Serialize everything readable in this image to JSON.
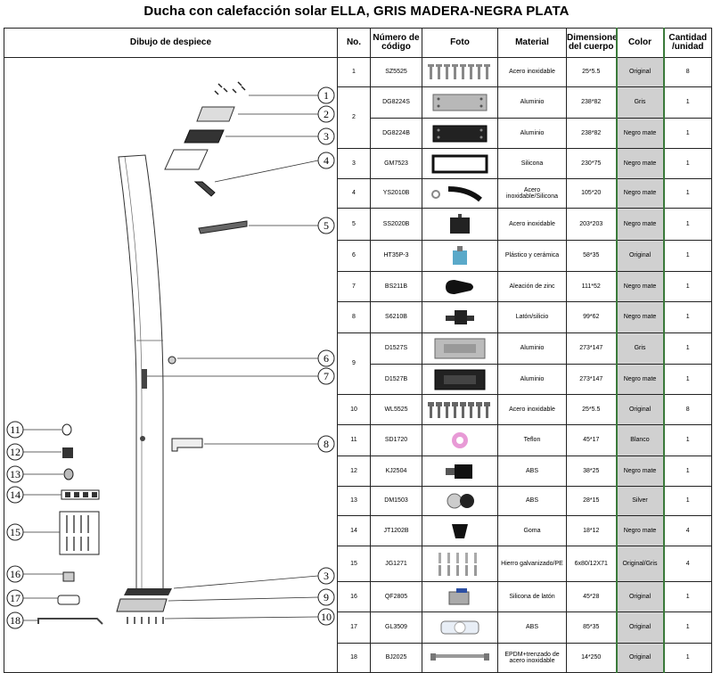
{
  "title": "Ducha con calefacción solar ELLA, GRIS MADERA-NEGRA PLATA",
  "headers": {
    "drawing": "Dibujo de despiece",
    "no": "No.",
    "code": "Número de código",
    "photo": "Foto",
    "material": "Material",
    "dim": "Dimensiones del cuerpo",
    "color": "Color",
    "qty": "Cantidad /unidad"
  },
  "diagram_callouts": [
    "1",
    "2",
    "3",
    "4",
    "5",
    "6",
    "7",
    "8",
    "9",
    "10",
    "11",
    "12",
    "13",
    "14",
    "15",
    "16",
    "17",
    "18",
    "3"
  ],
  "rows": [
    {
      "no": "1",
      "code": "SZ5525",
      "material": "Acero inoxidable",
      "dim": "25*5.5",
      "color": "Original",
      "qty": "8",
      "icon": "screws-icon"
    },
    {
      "no": "2",
      "code": "DG8224S",
      "material": "Aluminio",
      "dim": "238*82",
      "color": "Gris",
      "qty": "1",
      "icon": "plate-grey-icon"
    },
    {
      "no": "",
      "code": "DG8224B",
      "material": "Aluminio",
      "dim": "238*82",
      "color": "Negro mate",
      "qty": "1",
      "icon": "plate-black-icon"
    },
    {
      "no": "3",
      "code": "GM7523",
      "material": "Silicona",
      "dim": "230*75",
      "color": "Negro mate",
      "qty": "1",
      "icon": "gasket-icon"
    },
    {
      "no": "4",
      "code": "YS2010B",
      "material": "Acero inoxidable/Silicona",
      "dim": "105*20",
      "color": "Negro mate",
      "qty": "1",
      "icon": "arm-icon"
    },
    {
      "no": "5",
      "code": "SS2020B",
      "material": "Acero inoxidable",
      "dim": "203*203",
      "color": "Negro mate",
      "qty": "1",
      "icon": "showerhead-icon"
    },
    {
      "no": "6",
      "code": "HT35P-3",
      "material": "Plástico y cerámica",
      "dim": "58*35",
      "color": "Original",
      "qty": "1",
      "icon": "cartridge-icon"
    },
    {
      "no": "7",
      "code": "BS211B",
      "material": "Aleación de zinc",
      "dim": "111*52",
      "color": "Negro mate",
      "qty": "1",
      "icon": "handle-icon"
    },
    {
      "no": "8",
      "code": "S6210B",
      "material": "Latón/silicio",
      "dim": "99*62",
      "color": "Negro mate",
      "qty": "1",
      "icon": "tap-icon"
    },
    {
      "no": "9",
      "code": "D1527S",
      "material": "Aluminio",
      "dim": "273*147",
      "color": "Gris",
      "qty": "1",
      "icon": "base-grey-icon"
    },
    {
      "no": "",
      "code": "D1527B",
      "material": "Aluminio",
      "dim": "273*147",
      "color": "Negro mate",
      "qty": "1",
      "icon": "base-black-icon"
    },
    {
      "no": "10",
      "code": "WL5525",
      "material": "Acero inoxidable",
      "dim": "25*5.5",
      "color": "Original",
      "qty": "8",
      "icon": "bolts-icon"
    },
    {
      "no": "11",
      "code": "SD1720",
      "material": "Teflon",
      "dim": "45*17",
      "color": "Blanco",
      "qty": "1",
      "icon": "tape-icon"
    },
    {
      "no": "12",
      "code": "KJ2504",
      "material": "ABS",
      "dim": "38*25",
      "color": "Negro mate",
      "qty": "1",
      "icon": "connector-icon"
    },
    {
      "no": "13",
      "code": "DM1503",
      "material": "ABS",
      "dim": "28*15",
      "color": "Silver",
      "qty": "1",
      "icon": "cap-icon"
    },
    {
      "no": "14",
      "code": "JT1202B",
      "material": "Goma",
      "dim": "18*12",
      "color": "Negro mate",
      "qty": "4",
      "icon": "foot-icon"
    },
    {
      "no": "15",
      "code": "JG1271",
      "material": "Hierro galvanizado/PE",
      "dim": "6x80/12X71",
      "color": "Original/Gris",
      "qty": "4",
      "icon": "anchors-icon"
    },
    {
      "no": "16",
      "code": "QF2805",
      "material": "Silicona de latón",
      "dim": "45*28",
      "color": "Original",
      "qty": "1",
      "icon": "valve-icon"
    },
    {
      "no": "17",
      "code": "GL3509",
      "material": "ABS",
      "dim": "85*35",
      "color": "Original",
      "qty": "1",
      "icon": "filter-icon"
    },
    {
      "no": "18",
      "code": "BJ2025",
      "material": "EPDM+trenzado de acero inoxidable",
      "dim": "14*250",
      "color": "Original",
      "qty": "1",
      "icon": "hose-icon"
    }
  ]
}
